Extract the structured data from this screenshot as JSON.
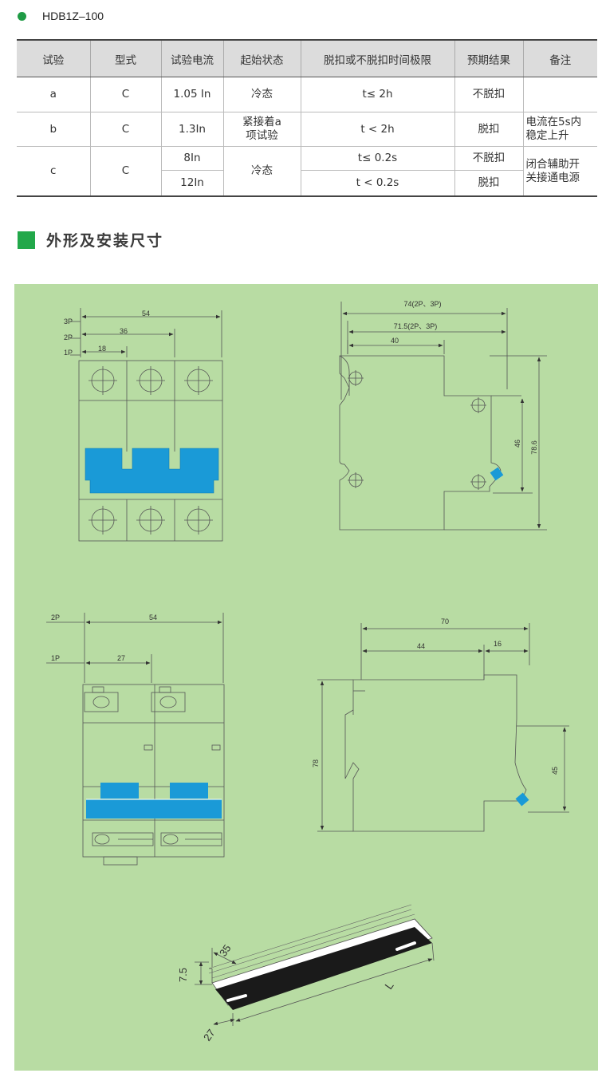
{
  "model": {
    "title": "HDB1Z–100"
  },
  "table": {
    "headers": [
      "试验",
      "型式",
      "试验电流",
      "起始状态",
      "脱扣或不脱扣时间极限",
      "预期结果",
      "备注"
    ],
    "rows": [
      {
        "test": "a",
        "type": "C",
        "current": "1.05 In",
        "state": "冷态",
        "limit": "t≤ 2h",
        "result": "不脱扣",
        "note": ""
      },
      {
        "test": "b",
        "type": "C",
        "current": "1.3In",
        "state_line1": "紧接着a",
        "state_line2": "项试验",
        "limit": "t < 2h",
        "result": "脱扣",
        "note_line1": "电流在5s内",
        "note_line2": "稳定上升"
      },
      {
        "test": "c",
        "type": "C",
        "current_1": "8In",
        "current_2": "12In",
        "state": "冷态",
        "limit_1": "t≤ 0.2s",
        "limit_2": "t < 0.2s",
        "result_1": "不脱扣",
        "result_2": "脱扣",
        "note_line1": "闭合辅助开",
        "note_line2": "关接通电源"
      }
    ]
  },
  "section": {
    "title": "外形及安装尺寸"
  },
  "drawings": {
    "front_3p": {
      "label_3p": "3P",
      "label_2p": "2P",
      "label_1p": "1P",
      "dim_3p": "54",
      "dim_2p": "36",
      "dim_1p": "18"
    },
    "side_1": {
      "dim_top": "74(2P、3P)",
      "dim_mid": "71.5(2P、3P)",
      "dim_depth": "40",
      "dim_46": "46",
      "dim_height": "78.6"
    },
    "front_2p": {
      "label_2p": "2P",
      "label_1p": "1P",
      "dim_2p": "54",
      "dim_1p": "27"
    },
    "side_2": {
      "dim_total": "70",
      "dim_44": "44",
      "dim_16": "16",
      "dim_height": "78",
      "dim_45": "45"
    },
    "rail": {
      "dim_35": "35",
      "dim_75": "7.5",
      "dim_27": "27",
      "dim_L": "L"
    }
  },
  "colors": {
    "panel": "#b8dca3",
    "accent": "#22a84a",
    "blue": "#1a9ad7"
  }
}
